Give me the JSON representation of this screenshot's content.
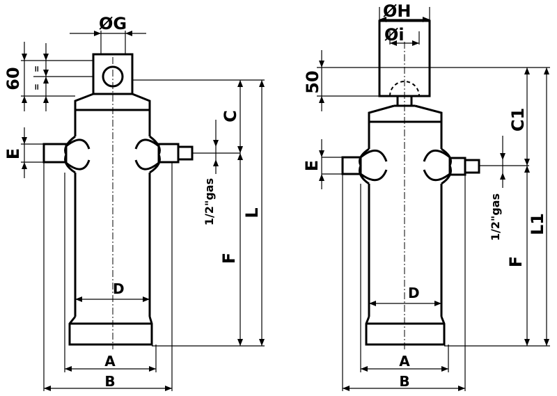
{
  "left_cylinder": {
    "dim_eye_pin_diameter": "ØG",
    "dim_eye_height": "60",
    "dim_eye_half": "=",
    "dim_port_offset": "C",
    "dim_port_width": "E",
    "dim_total_length": "L",
    "dim_port_to_bottom": "F",
    "port_thread": "1/2\"gas",
    "dim_tube_diameter": "D",
    "dim_inner_width": "A",
    "dim_outer_width": "B"
  },
  "right_cylinder": {
    "dim_head_diameter": "ØH",
    "dim_ball_diameter": "Øi",
    "dim_head_height": "50",
    "dim_port_offset": "C1",
    "dim_port_width": "E",
    "dim_total_length": "L1",
    "dim_port_to_bottom": "F",
    "port_thread": "1/2\"gas",
    "dim_tube_diameter": "D",
    "dim_inner_width": "A",
    "dim_outer_width": "B"
  }
}
